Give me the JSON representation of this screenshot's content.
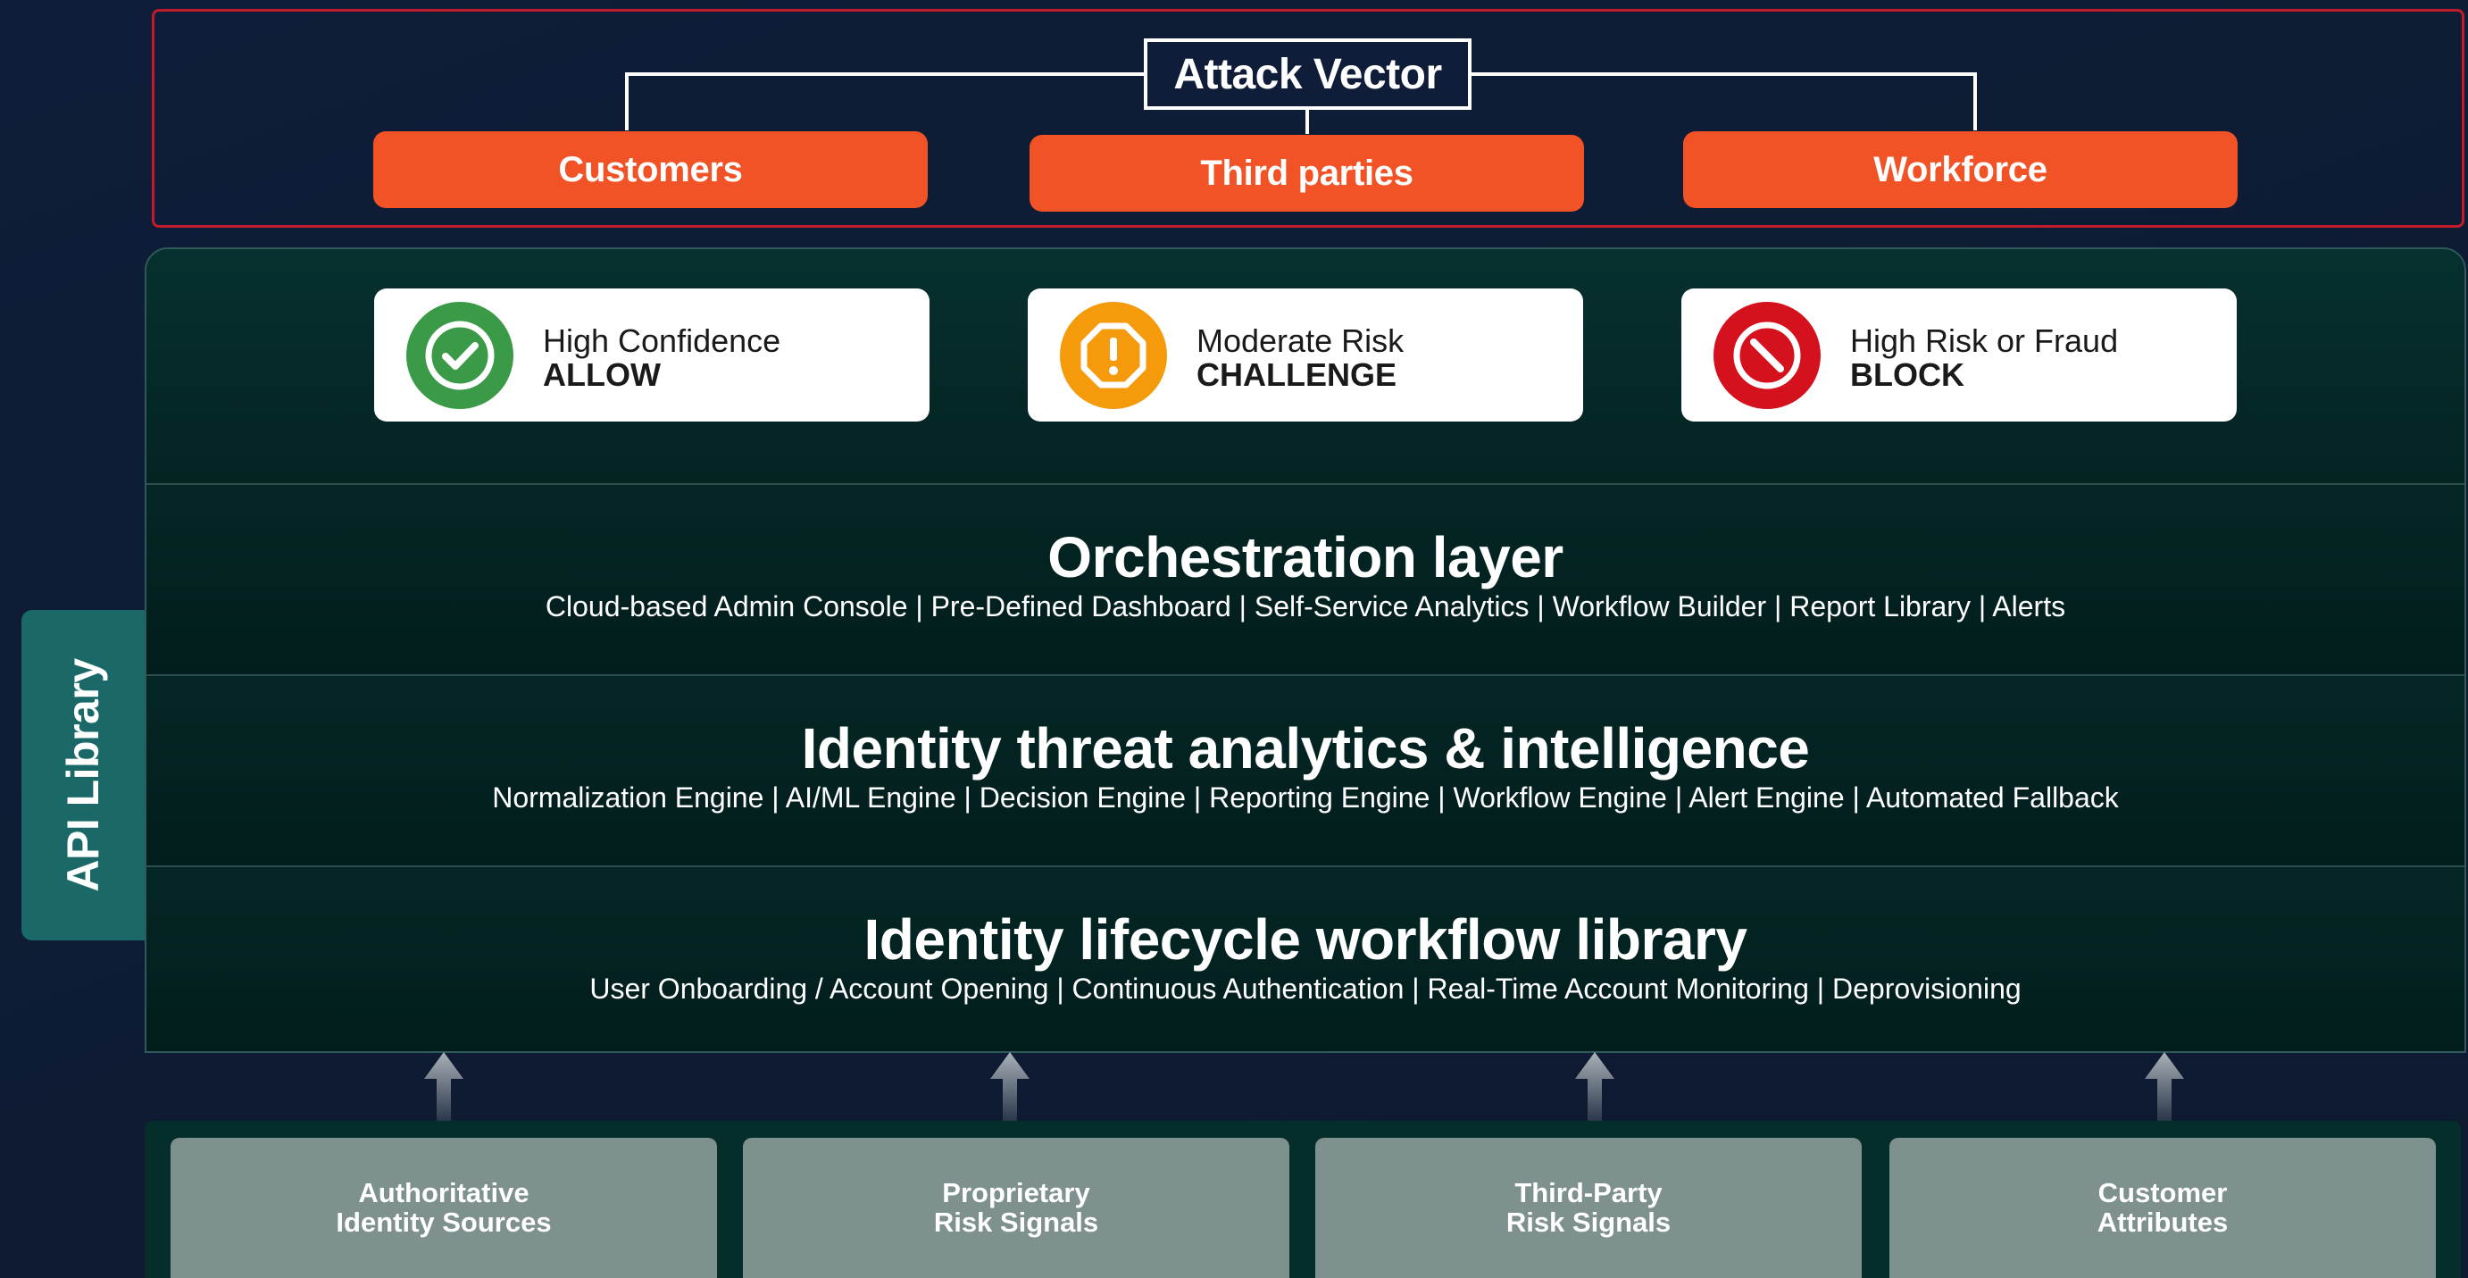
{
  "attack_vector": {
    "title": "Attack Vector",
    "targets": [
      "Customers",
      "Third parties",
      "Workforce"
    ]
  },
  "decisions": [
    {
      "level": "High Confidence",
      "action": "ALLOW",
      "icon": "check-icon",
      "color": "#3a9a47"
    },
    {
      "level": "Moderate Risk",
      "action": "CHALLENGE",
      "icon": "warning-icon",
      "color": "#f59a0b"
    },
    {
      "level": "High Risk or Fraud",
      "action": "BLOCK",
      "icon": "block-icon",
      "color": "#d5111d"
    }
  ],
  "layers": {
    "orchestration": {
      "title": "Orchestration layer",
      "features": "Cloud-based Admin Console  |  Pre-Defined Dashboard  |  Self-Service Analytics  |  Workflow Builder  |  Report Library  |  Alerts"
    },
    "threat": {
      "title": "Identity threat analytics & intelligence",
      "features": "Normalization Engine  |  AI/ML Engine  |  Decision Engine  |  Reporting Engine  |  Workflow Engine  |  Alert Engine  |  Automated Fallback"
    },
    "lifecycle": {
      "title": "Identity lifecycle workflow library",
      "features": "User Onboarding / Account Opening  |  Continuous Authentication  |  Real-Time Account Monitoring  |  Deprovisioning"
    }
  },
  "api_library": {
    "label": "API Library"
  },
  "sources": [
    "Authoritative\nIdentity Sources",
    "Proprietary\nRisk Signals",
    "Third-Party\nRisk Signals",
    "Customer\nAttributes"
  ],
  "colors": {
    "background": "#0f1d38",
    "attack_border": "#c01c2c",
    "vector_pill": "#f15326",
    "stack": "#042827",
    "api_tab": "#1a6968",
    "source_card": "#7f918e"
  }
}
